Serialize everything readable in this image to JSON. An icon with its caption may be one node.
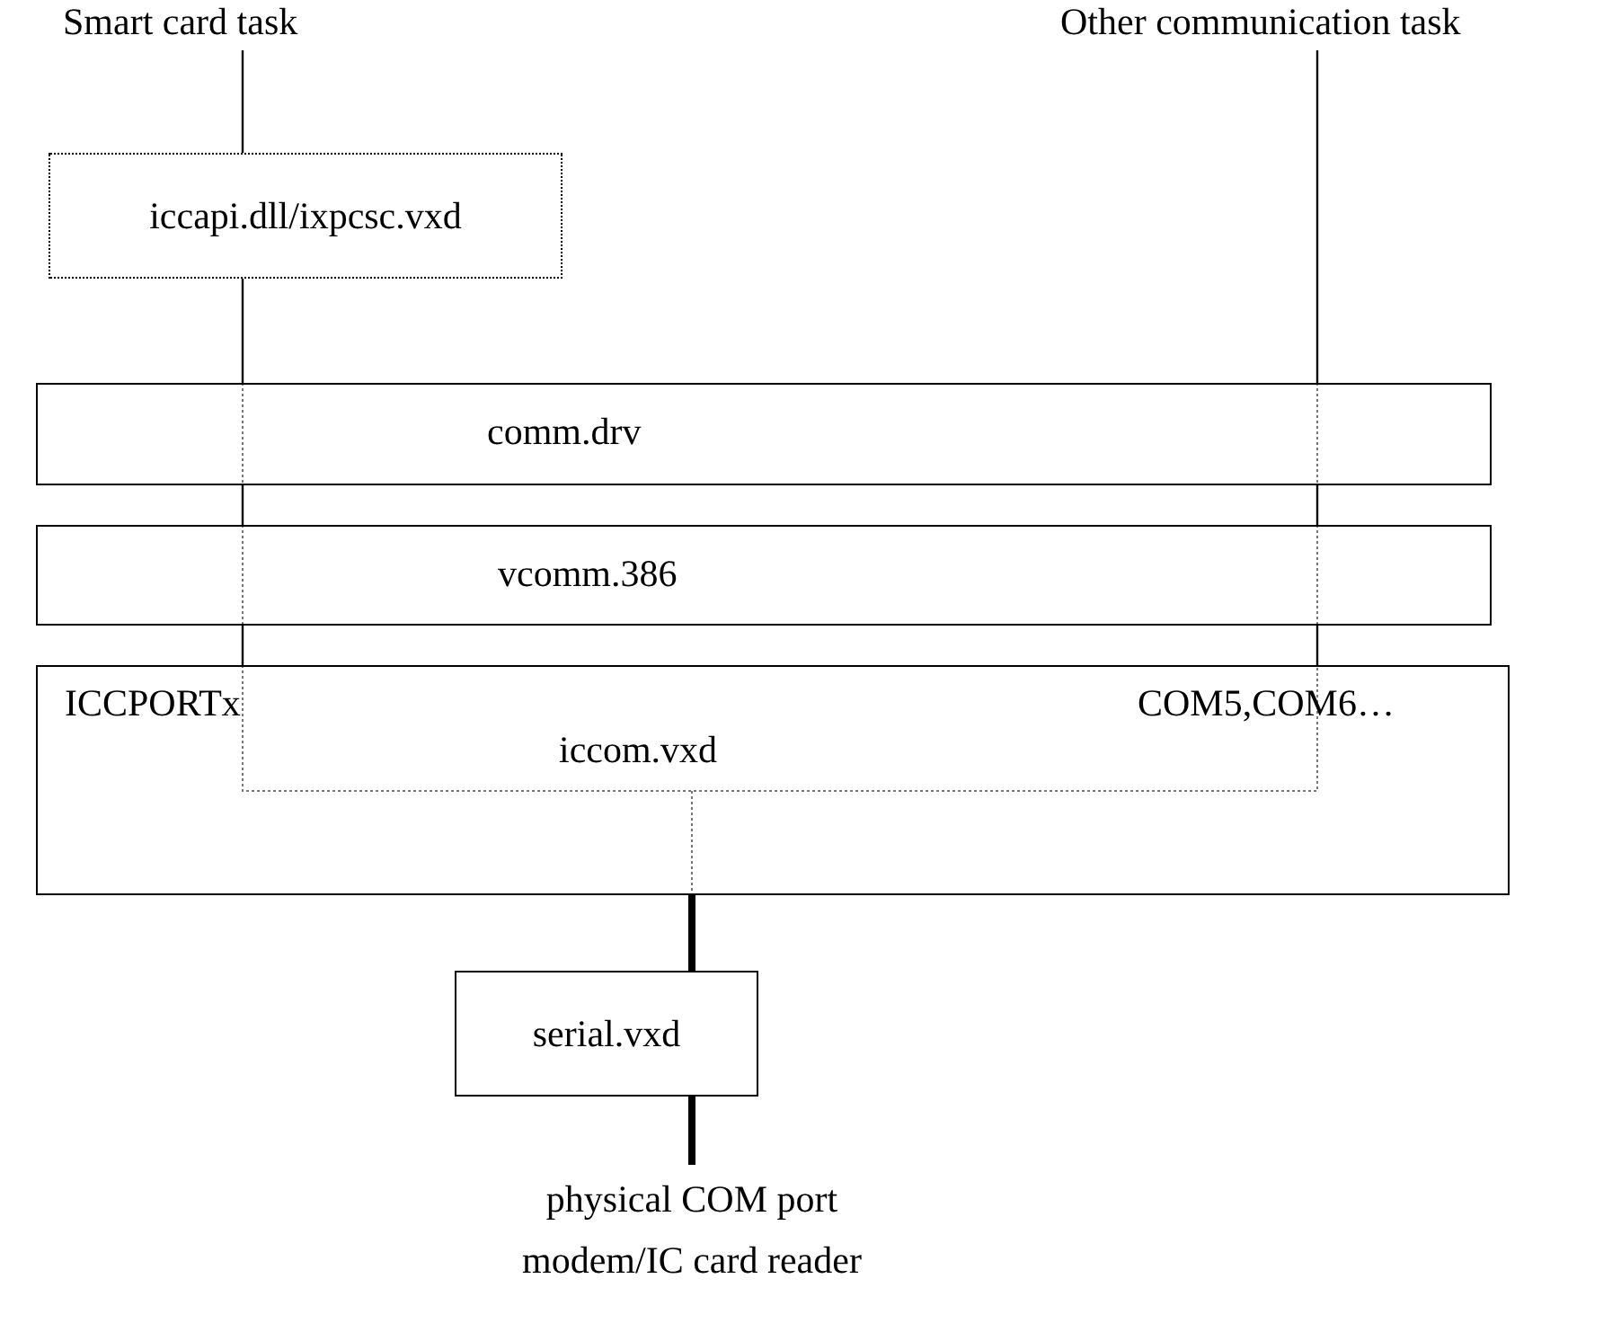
{
  "diagram": {
    "nodes": [
      {
        "text": [
          "Smart card task"
        ]
      },
      {
        "text": [
          "Other communication task"
        ]
      },
      {
        "text": [
          "iccapi.dll/ixpcsc.vxd"
        ]
      },
      {
        "text": [
          "comm.drv"
        ]
      },
      {
        "text": [
          "vcomm.386"
        ]
      },
      {
        "text": [
          "ICCPORTx",
          "COM5,COM6…",
          "iccom.vxd"
        ]
      },
      {
        "text": [
          "serial.vxd"
        ]
      },
      {
        "text": [
          "physical COM port modem/IC card reader"
        ]
      }
    ],
    "edges": [
      {
        "from": 0,
        "to": 2,
        "arrow": "none"
      },
      {
        "from": 2,
        "to": 3,
        "arrow": "none"
      },
      {
        "from": 3,
        "to": 4,
        "arrow": "none"
      },
      {
        "from": 4,
        "to": 5,
        "arrow": "none"
      },
      {
        "from": 1,
        "to": 3,
        "arrow": "none"
      },
      {
        "from": 3,
        "to": 4,
        "arrow": "none"
      },
      {
        "from": 4,
        "to": 5,
        "arrow": "none"
      },
      {
        "from": 5,
        "to": 6,
        "arrow": "none",
        "style": "thick"
      },
      {
        "from": 6,
        "to": 7,
        "arrow": "none",
        "style": "thick"
      }
    ]
  }
}
